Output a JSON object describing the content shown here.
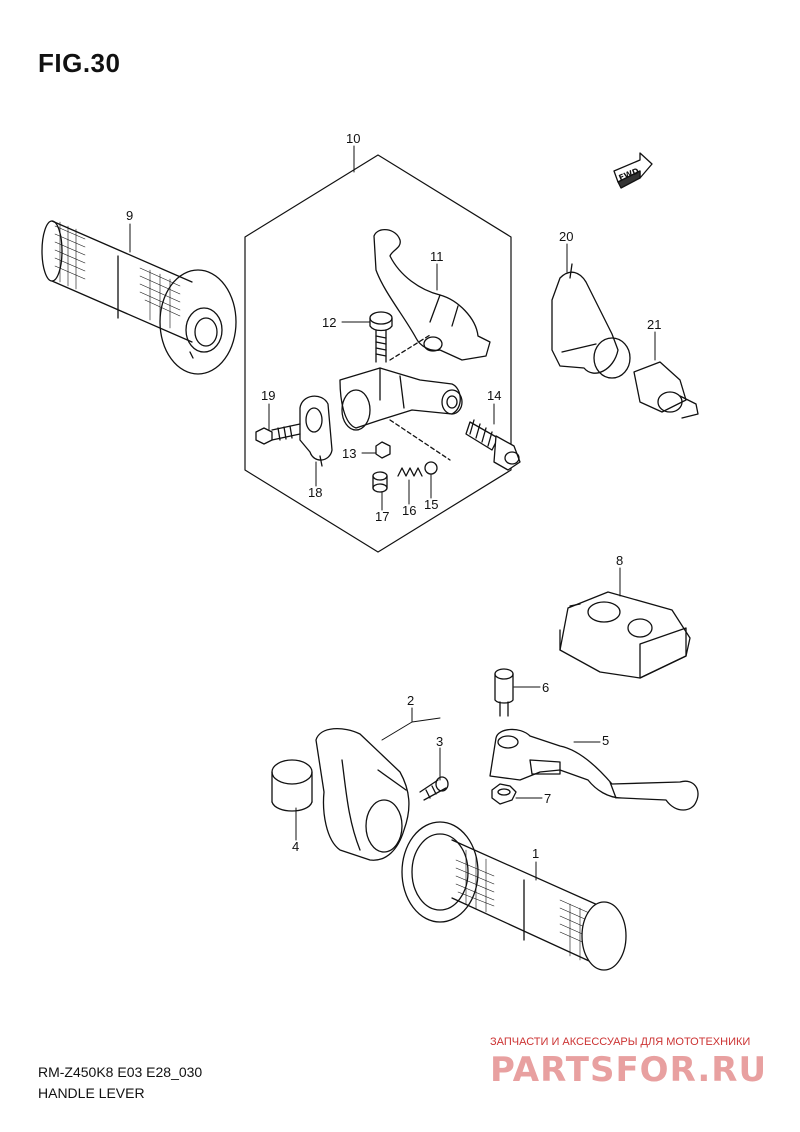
{
  "figure": {
    "title": "FIG.30",
    "model_code": "RM-Z450K8 E03 E28_030",
    "subtitle": "HANDLE LEVER",
    "fwd_label": "FWD"
  },
  "callouts": [
    "1",
    "2",
    "3",
    "4",
    "5",
    "6",
    "7",
    "8",
    "9",
    "10",
    "11",
    "12",
    "13",
    "14",
    "15",
    "16",
    "17",
    "18",
    "19",
    "20",
    "21"
  ],
  "watermark": {
    "line1": "ЗАПЧАСТИ И АКСЕССУАРЫ ДЛЯ МОТОТЕХНИКИ",
    "logo": "PARTSFOR.RU"
  }
}
